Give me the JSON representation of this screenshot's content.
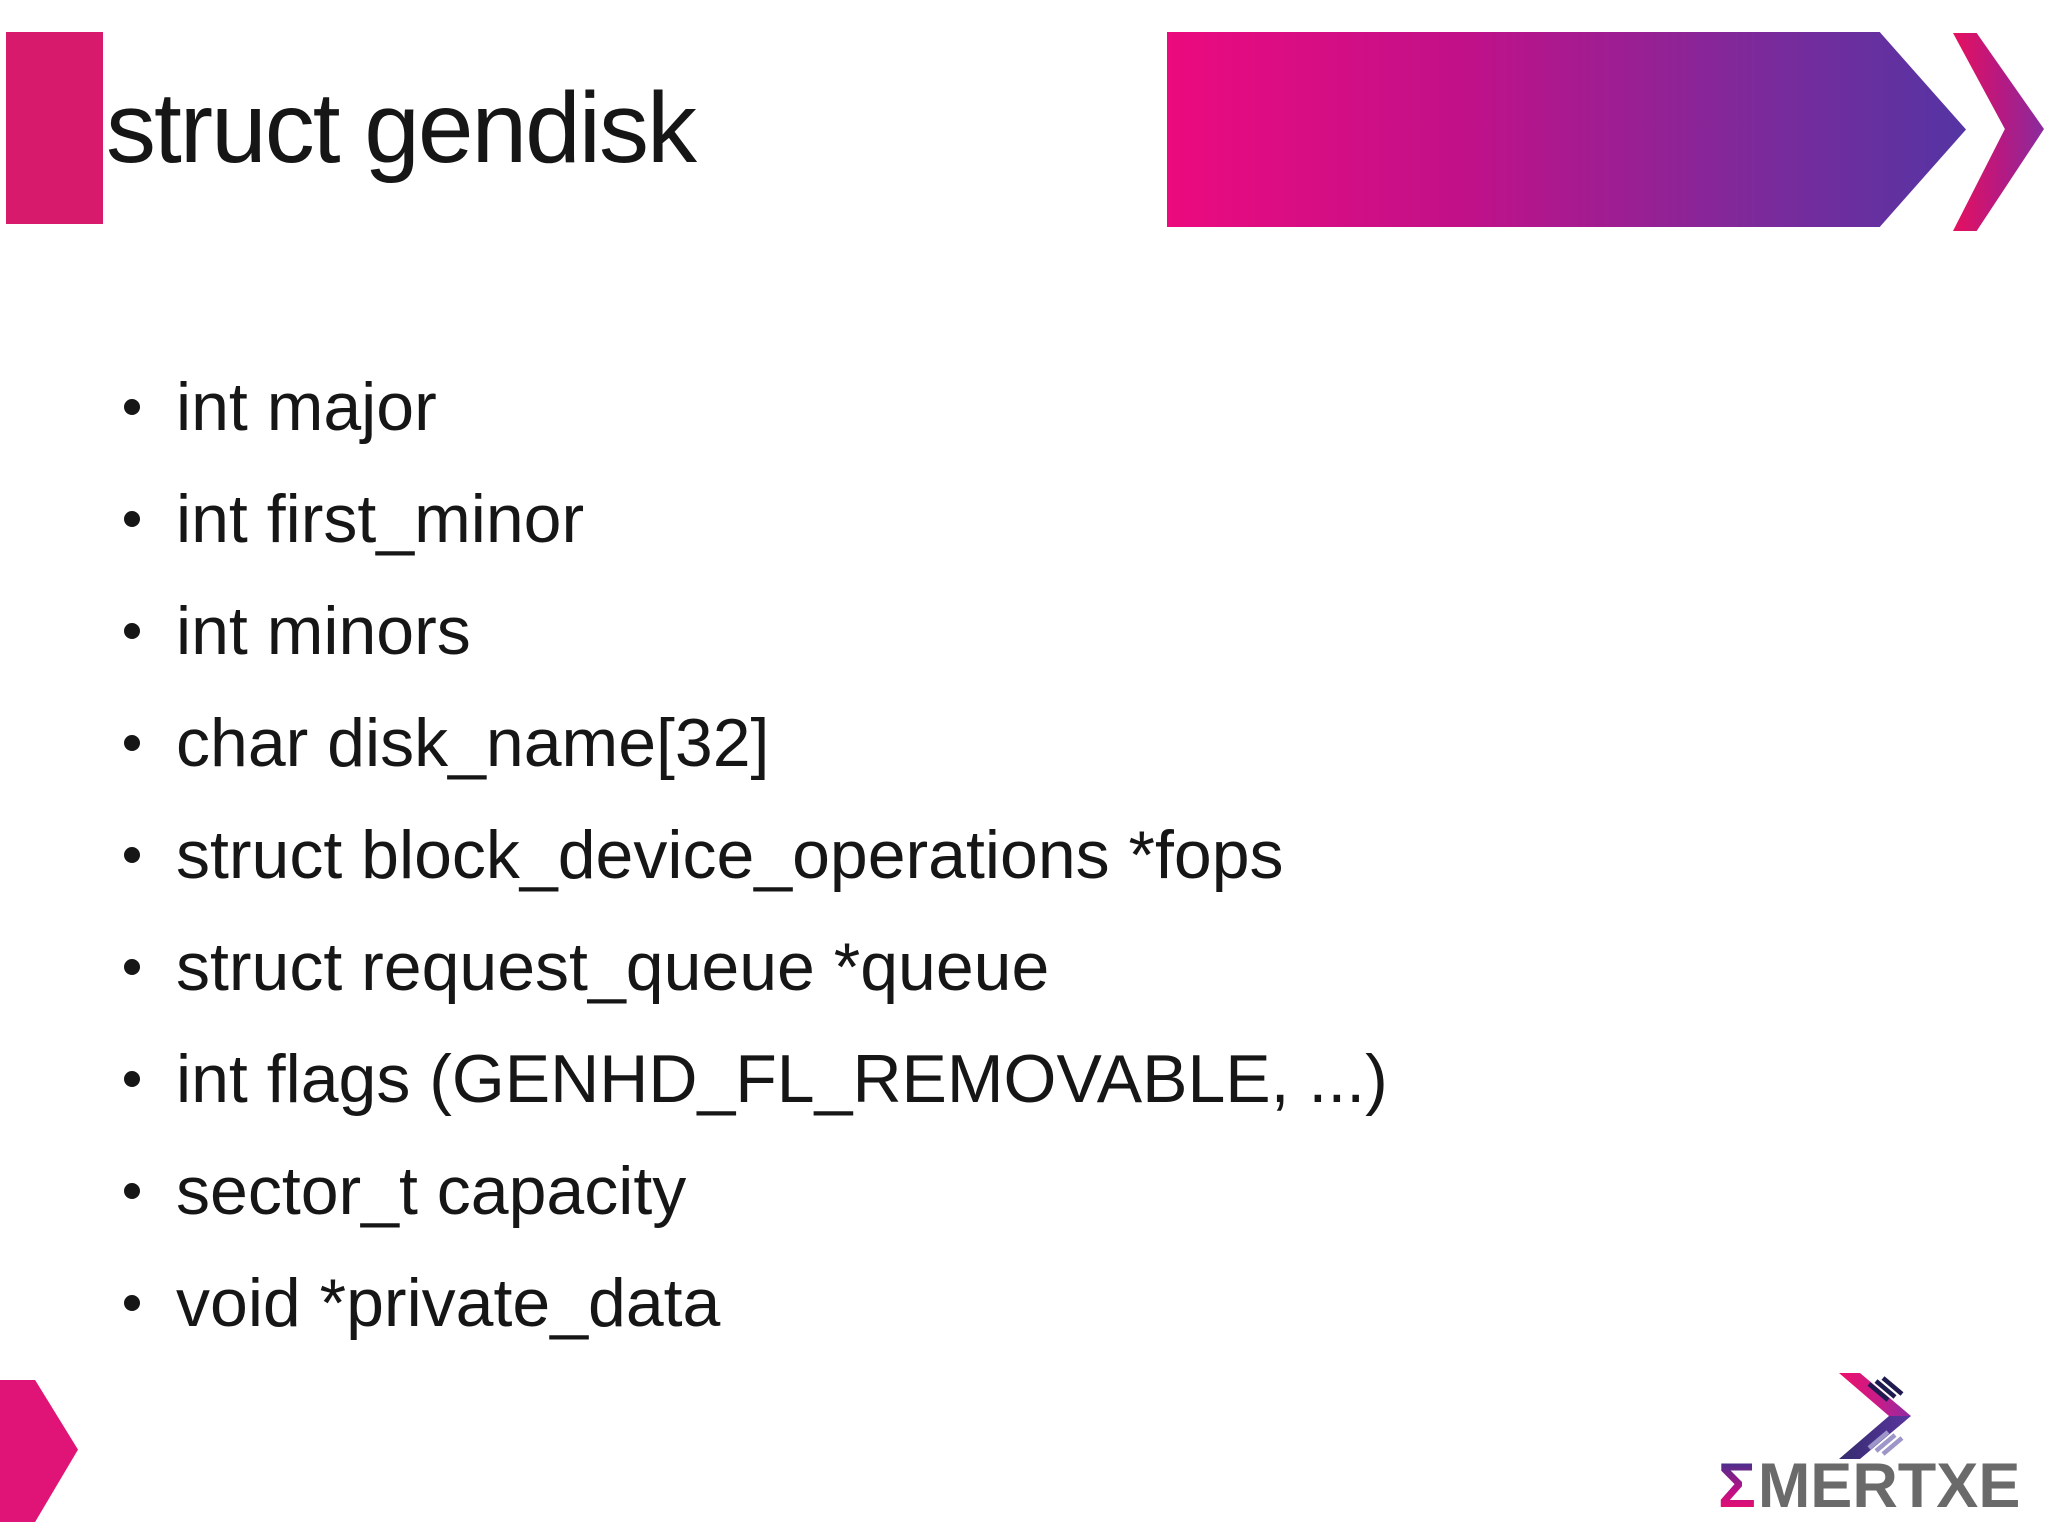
{
  "slide": {
    "title": "struct gendisk",
    "bullets": [
      "int major",
      "int first_minor",
      "int minors",
      "char disk_name[32]",
      "struct block_device_operations *fops",
      "struct request_queue *queue",
      "int flags (GENHD_FL_REMOVABLE, ...)",
      "sector_t capacity",
      "void *private_data"
    ]
  },
  "footer": {
    "logo": {
      "sigma": "Σ",
      "name": "MERTXE"
    }
  },
  "icons": {
    "header_banner": "gradient-arrow-banner",
    "header_chevron": "chevron-right",
    "footer_arrow": "pentagon-arrow-right",
    "logo_mark": "striped-double-chevron-right"
  },
  "colors": {
    "title_accent_pink": "#D81A6C",
    "banner_pink": "#EC0A7E",
    "banner_purple": "#5534A3",
    "chevron_pink": "#E6105F",
    "chevron_purple": "#8A2B9D",
    "footer_arrow_pink": "#E01377",
    "logo_arm_pink": "#EE1069",
    "logo_arm_navy": "#352C6E",
    "logo_text_gray": "#6A6A6A",
    "text": "#161616",
    "background": "#FFFFFF"
  }
}
